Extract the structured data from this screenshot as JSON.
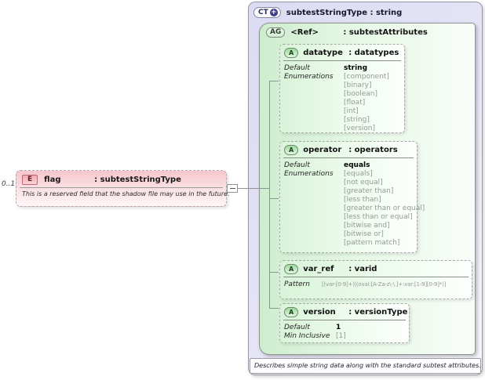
{
  "colors": {
    "complex_type_lavender": "#dedef5",
    "attribute_group_green": "#cfeecf",
    "attribute_green": "#d8f4d8",
    "element_pink": "#f6c6cc",
    "badge_navy": "#3b3b8f",
    "border_gray": "#979797",
    "muted_text": "#949a94"
  },
  "element": {
    "cardinality": "0..1",
    "badge": "E",
    "name": "flag",
    "type": ": subtestStringType",
    "annotation": "This is a reserved field that the shadow file may use in the future."
  },
  "ct": {
    "badge": "CT",
    "plus": "+",
    "title": "subtestStringType : string",
    "footer": "Describes simple string data along with the standard subtest attributes."
  },
  "ag": {
    "badge": "AG",
    "name": "<Ref>",
    "type": ": subtestAttributes"
  },
  "attributes": [
    {
      "badge": "A",
      "name": "datatype",
      "type": ": datatypes",
      "default_label": "Default",
      "default_value": "string",
      "enum_label": "Enumerations",
      "enums": [
        "[component]",
        "[binary]",
        "[boolean]",
        "[float]",
        "[int]",
        "[string]",
        "[version]"
      ]
    },
    {
      "badge": "A",
      "name": "operator",
      "type": ": operators",
      "default_label": "Default",
      "default_value": "equals",
      "enum_label": "Enumerations",
      "enums": [
        "[equals]",
        "[not equal]",
        "[greater than]",
        "[less than]",
        "[greater than or equal]",
        "[less than or equal]",
        "[bitwise and]",
        "[bitwise or]",
        "[pattern match]"
      ]
    },
    {
      "badge": "A",
      "name": "var_ref",
      "type": ": varid",
      "pattern_label": "Pattern",
      "pattern_value": "[(var-[0-9]+)|(oval:[A-Za-z\\-\\.]+:var:[1-9][0-9]*)]"
    },
    {
      "badge": "A",
      "name": "version",
      "type": ": versionType",
      "default_label": "Default",
      "default_value": "1",
      "min_label": "Min Inclusive",
      "min_value": "[1]"
    }
  ]
}
